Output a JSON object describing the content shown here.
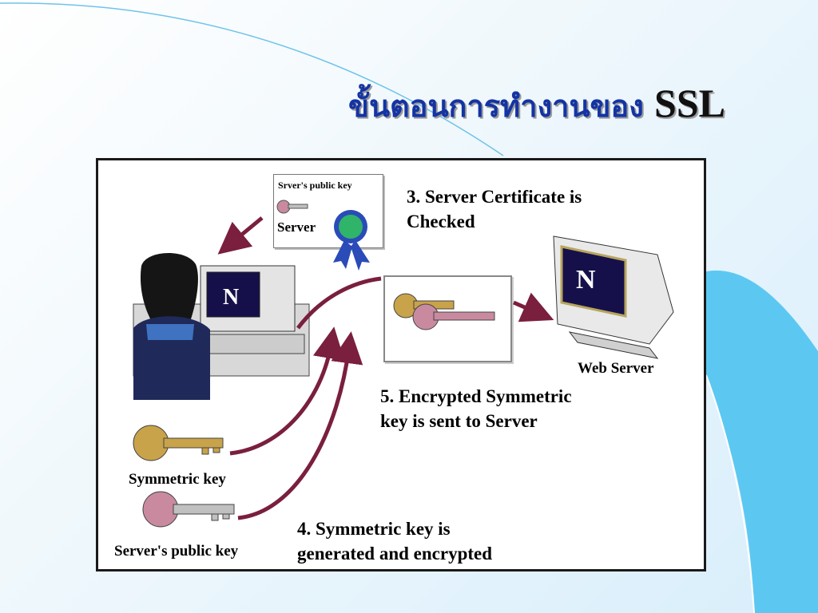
{
  "title": {
    "thai": "ขั้นตอนการทำงานของ",
    "latin": "SSL"
  },
  "diagram": {
    "certificate": {
      "heading": "Srver's public key",
      "label": "Server"
    },
    "step3": {
      "line1": "3. Server Certificate is",
      "line2": "Checked"
    },
    "step5": {
      "line1": "5. Encrypted Symmetric",
      "line2": "key is sent to Server"
    },
    "step4": {
      "line1": "4. Symmetric key is",
      "line2": "generated and encrypted"
    },
    "web_server_label": "Web Server",
    "symmetric_key_label": "Symmetric key",
    "public_key_label": "Server's public key",
    "monitor_logo": "N"
  },
  "colors": {
    "title_blue": "#1434a4",
    "arrow_maroon": "#7a1f3d",
    "accent_blue": "#5cc8f2"
  }
}
